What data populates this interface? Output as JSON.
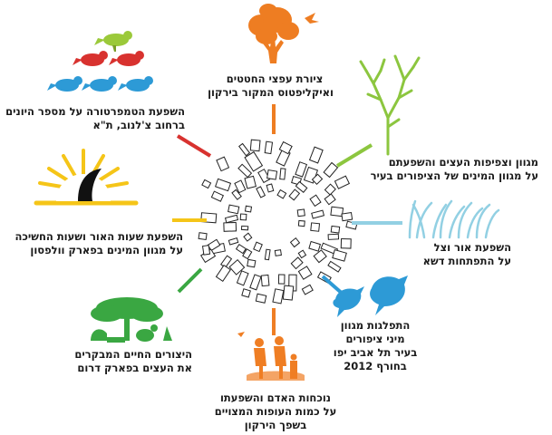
{
  "topics": [
    {
      "id": "pigeon-temperature",
      "color": "#d8322f",
      "lines": [
        "השפעת הטמפרטורה על מספר היונים",
        "ברחוב צ'לנוב, ת\"א"
      ]
    },
    {
      "id": "tree-drawing",
      "color": "#ee7d22",
      "lines": [
        "ציורת עפצי החטטים",
        "ואיקליפטוס המקור בירקון"
      ]
    },
    {
      "id": "tree-diversity",
      "color": "#8cc63f",
      "lines": [
        "מגוון וצפיפות העצים והשפעתם",
        "על מגוון המינים של הציפורים בעיר"
      ]
    },
    {
      "id": "light-daylength",
      "color": "#f5c518",
      "lines": [
        "השפעת שעות האור ושעות החשיכה",
        "על מגוון המינים בפארק וולפסון"
      ]
    },
    {
      "id": "grass-shade",
      "color": "#92d0e3",
      "lines": [
        "השפעת אור וצל",
        "על התפתחות דשא"
      ]
    },
    {
      "id": "park-animals",
      "color": "#3aa742",
      "lines": [
        "היצורים החיים המבקרים",
        "את העצים בפארק דרום"
      ]
    },
    {
      "id": "bird-distribution",
      "color": "#2d9ad6",
      "lines": [
        "התפלגות מגוון",
        "מיני ציפורים",
        "בעיר תל אביב יפו",
        "בחורף 2012"
      ]
    },
    {
      "id": "human-presence",
      "color": "#ef7e24",
      "lines": [
        "נוכחות האדם והשפעתו",
        "על כמות העופות המצויים",
        "בשפך הירקון"
      ]
    }
  ]
}
